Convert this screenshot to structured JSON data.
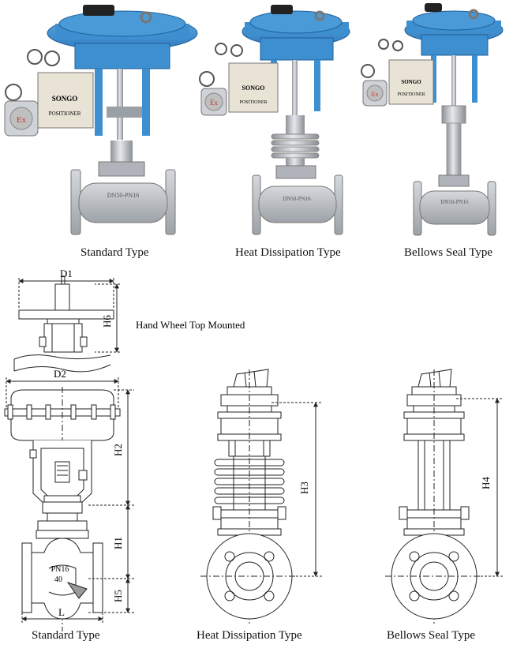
{
  "photos": {
    "captions": [
      "Standard Type",
      "Heat Dissipation Type",
      "Bellows Seal Type"
    ],
    "positioner_brand": "SONGO",
    "positioner_label": "POSITIONER",
    "ex_mark": "Ex",
    "actuator_color": "#3d8fd0",
    "body_color": "#b8bcc2"
  },
  "drawings": {
    "handwheel_caption": "Hand Wheel Top Mounted",
    "dimensions": {
      "d1": "D1",
      "d2": "D2",
      "h1": "H1",
      "h2": "H2",
      "h3": "H3",
      "h4": "H4",
      "h5": "H5",
      "h6": "H6",
      "l": "L"
    },
    "body_marking_pn": "PN16",
    "body_marking_dn": "40",
    "captions": [
      "Standard Type",
      "Heat Dissipation Type",
      "Bellows  Seal Type"
    ]
  }
}
